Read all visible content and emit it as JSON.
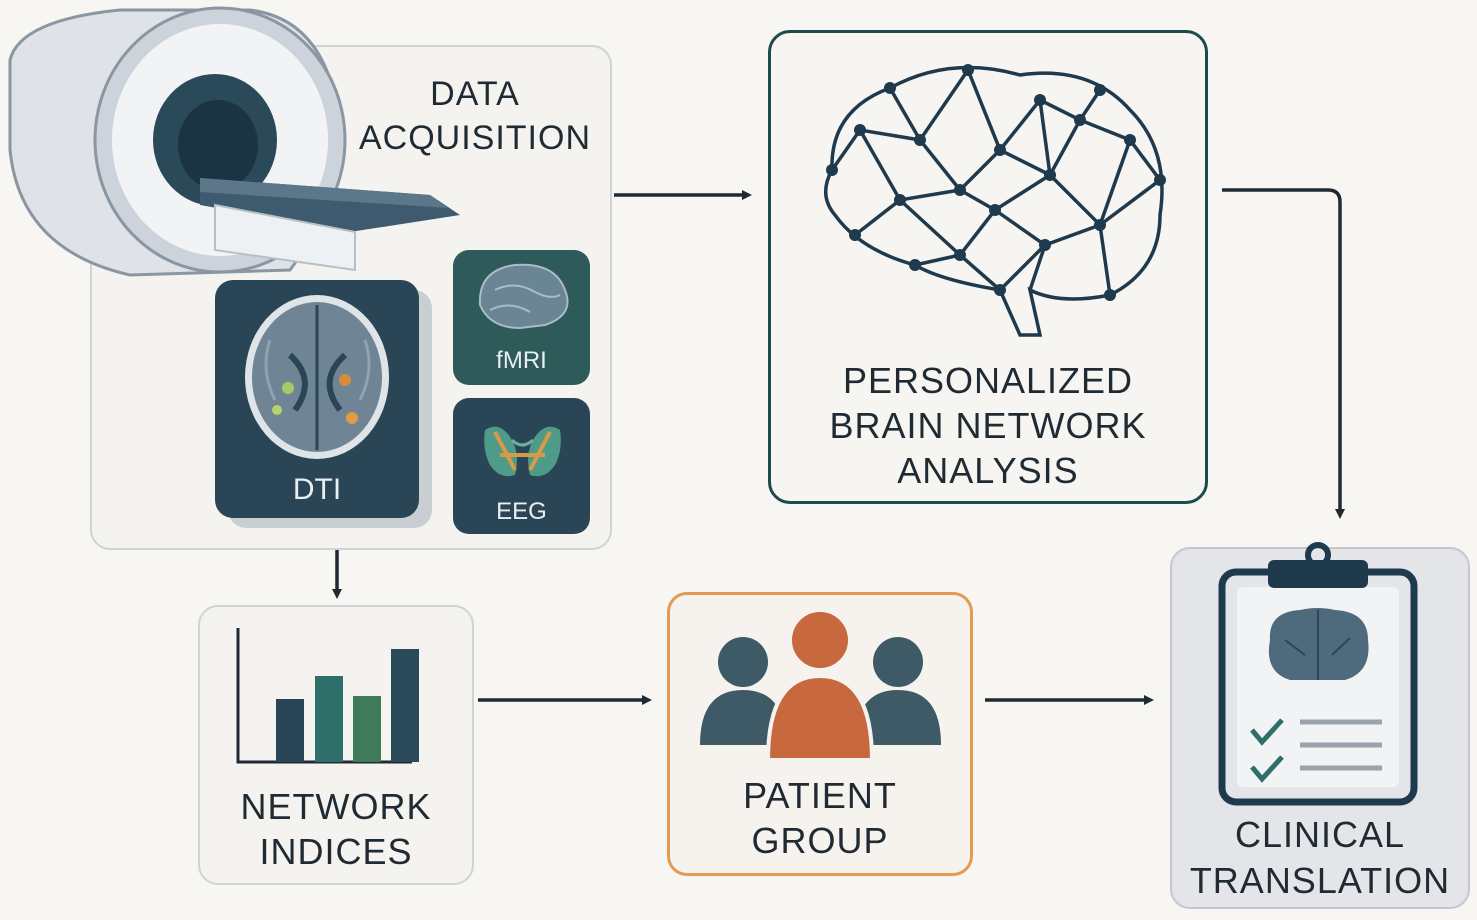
{
  "nodes": {
    "acquisition": {
      "line1": "DATA",
      "line2": "ACQUISITION"
    },
    "analysis": {
      "line1": "PERSONALIZED",
      "line2": "BRAIN NETWORK",
      "line3": "ANALYSIS"
    },
    "indices": {
      "line1": "NETWORK",
      "line2": "INDICES"
    },
    "patients": {
      "line1": "PATIENT",
      "line2": "GROUP"
    },
    "clinical": {
      "line1": "CLINICAL",
      "line2": "TRANSLATION"
    }
  },
  "modalities": {
    "dti": "DTI",
    "fmri": "fMRI",
    "eeg": "EEG"
  },
  "bar_chart_values": [
    0.46,
    0.62,
    0.48,
    0.82
  ],
  "colors": {
    "navy": "#1f3a4d",
    "teal": "#2f6f6a",
    "green": "#3f7a5a",
    "orange": "#c8683f",
    "orange_border": "#e39a52",
    "box_border": "#c9ced3",
    "analysis_border": "#1f4a4a",
    "clipboard_bg": "#e4e6e9"
  },
  "icons": [
    "mri-scanner-icon",
    "brain-scan-icon",
    "brain-icon",
    "eeg-icon",
    "brain-network-icon",
    "bar-chart-icon",
    "people-group-icon",
    "clipboard-icon",
    "check-icon"
  ]
}
